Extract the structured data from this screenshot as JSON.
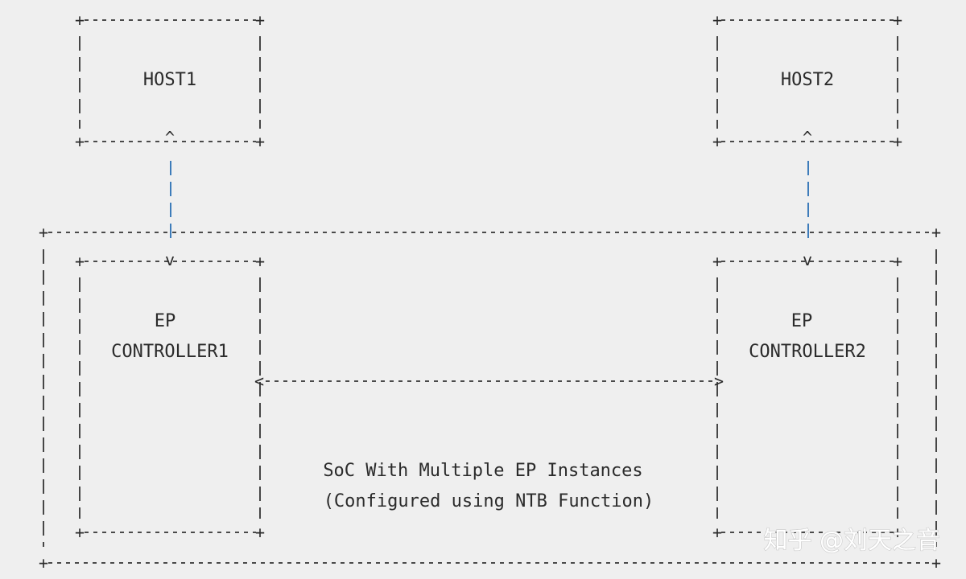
{
  "diagram": {
    "host1": {
      "label": "HOST1"
    },
    "host2": {
      "label": "HOST2"
    },
    "ep1": {
      "line1": "EP",
      "line2": "CONTROLLER1"
    },
    "ep2": {
      "line1": "EP",
      "line2": "CONTROLLER2"
    },
    "soc": {
      "line1": "SoC With Multiple EP Instances",
      "line2": "(Configured using NTB Function)"
    },
    "arrow_left": "<",
    "arrow_right": ">",
    "up_marker": "^",
    "down_marker": "v",
    "corner": "+"
  },
  "watermark": "知乎 @刘天之音"
}
